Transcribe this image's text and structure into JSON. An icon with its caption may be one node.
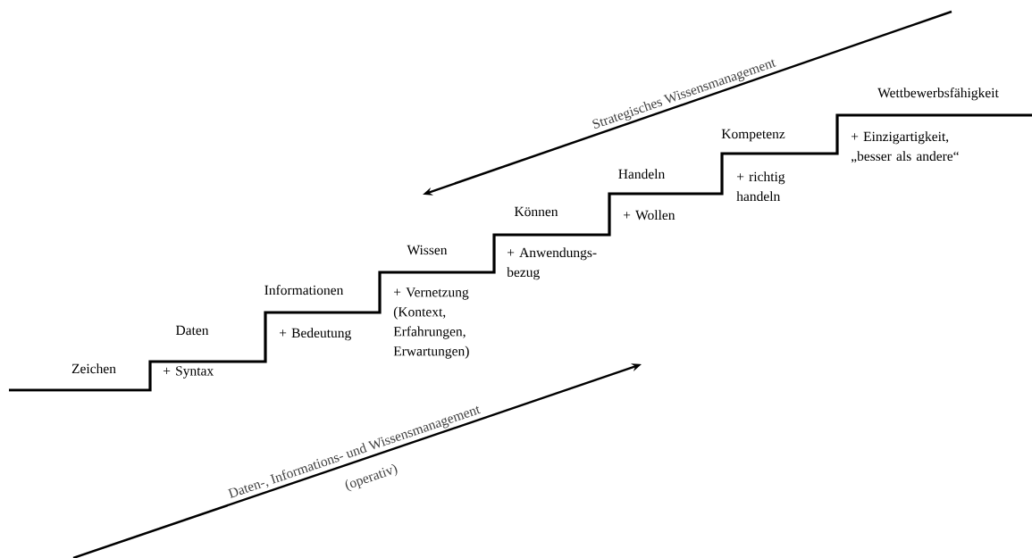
{
  "diagram": {
    "labels": [
      "Strategisches Wissensmanagement",
      "Wettbewerbsfähigkeit",
      "Kompetenz",
      "+ Einzigartigkeit, „besser als andere“",
      "Handeln",
      "+ richtig handeln",
      "Können",
      "+ Wollen",
      "Wissen",
      "+ Anwendungs- bezug",
      "Informationen",
      "+ Vernetzung (Kontext, Erfahrungen, Erwartungen)",
      "Daten",
      "+ Bedeutung",
      "Zeichen",
      "+ Syntax",
      "Daten-, Informations- und Wissensmanagement",
      "(operativ)"
    ]
  }
}
